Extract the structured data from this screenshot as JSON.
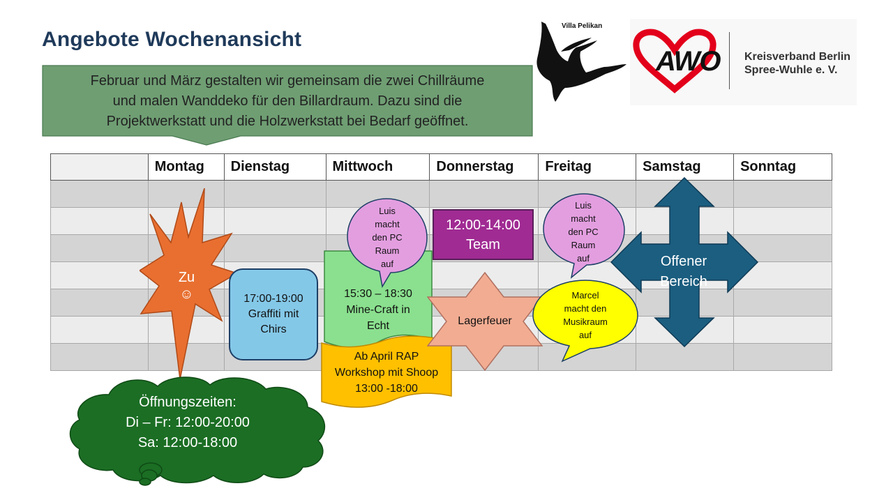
{
  "title": "Angebote Wochenansicht",
  "banner": {
    "line1": "Februar und März gestalten wir gemeinsam die zwei Chillräume",
    "line2": "und malen Wanddeko für den Billardraum. Dazu sind die",
    "line3": "Projektwerkstatt und die Holzwerkstatt bei Bedarf geöffnet."
  },
  "logos": {
    "villa": "Villa Pelikan",
    "awo": "AWO",
    "kv_line1": "Kreisverband Berlin",
    "kv_line2": "Spree-Wuhle e. V."
  },
  "table": {
    "days": [
      "Montag",
      "Dienstag",
      "Mittwoch",
      "Donnerstag",
      "Freitag",
      "Samstag",
      "Sonntag"
    ]
  },
  "shapes": {
    "zu": {
      "line1": "Zu",
      "line2": "☺"
    },
    "graffiti": {
      "line1": "17:00-19:00",
      "line2": "Graffiti mit",
      "line3": "Chirs"
    },
    "luis_mi": {
      "line1": "Luis",
      "line2": "macht",
      "line3": "den PC",
      "line4": "Raum",
      "line5": "auf"
    },
    "minecraft": {
      "line1": "15:30 – 18:30",
      "line2": "Mine-Craft in",
      "line3": "Echt"
    },
    "rap": {
      "line1": "Ab April RAP",
      "line2": "Workshop mit Shoop",
      "line3": "13:00 -18:00"
    },
    "team": {
      "line1": "12:00-14:00",
      "line2": "Team"
    },
    "lagerfeuer": "Lagerfeuer",
    "luis_fr": {
      "line1": "Luis",
      "line2": "macht",
      "line3": "den PC",
      "line4": "Raum",
      "line5": "auf"
    },
    "marcel": {
      "line1": "Marcel",
      "line2": "macht den",
      "line3": "Musikraum",
      "line4": "auf"
    },
    "offener": {
      "line1": "Offener",
      "line2": "Bereich"
    },
    "oeffnung": {
      "line1": "Öffnungszeiten:",
      "line2": "Di – Fr: 12:00-20:00",
      "line3": "Sa: 12:00-18:00"
    }
  },
  "colors": {
    "title": "#1f3a5a",
    "banner": "#6f9e73",
    "zu": "#e86f30",
    "graffiti": "#84c8e8",
    "luis_bubble": "#e39ee0",
    "minecraft": "#8ae08e",
    "rap": "#ffc000",
    "team": "#a02b93",
    "lagerfeuer": "#f2ac92",
    "marcel": "#ffff00",
    "offener": "#1b5e80",
    "oeffnung": "#1b6e24",
    "awo_heart": "#e3001b"
  }
}
